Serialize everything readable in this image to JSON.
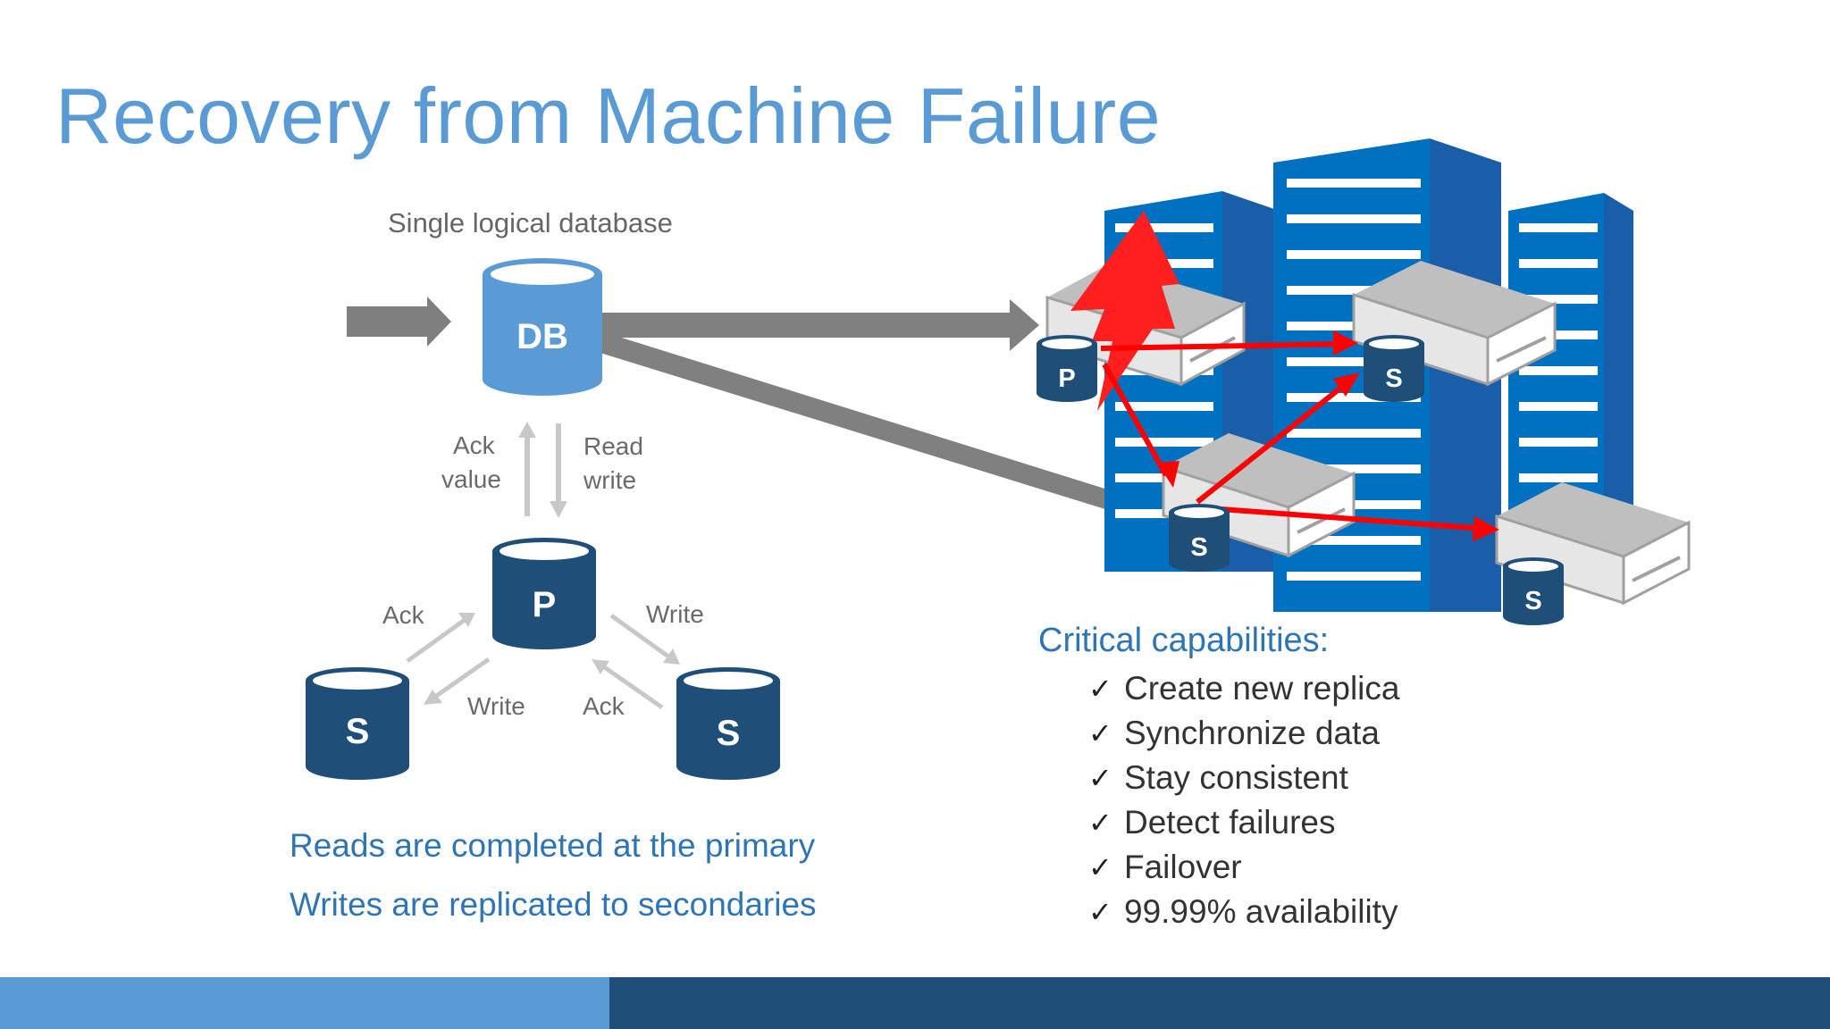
{
  "slide": {
    "title": "Recovery from Machine Failure",
    "caption": "Single logical database",
    "left_diagram": {
      "db_label": "DB",
      "primary_label": "P",
      "secondary_label": "S",
      "ack_value": [
        "Ack",
        "value"
      ],
      "read_write": [
        "Read",
        "write"
      ],
      "ack_left": "Ack",
      "write_right": "Write",
      "write_left": "Write",
      "ack_right": "Ack"
    },
    "notes": [
      "Reads are completed at the primary",
      "Writes are replicated to secondaries"
    ],
    "capabilities": {
      "title": "Critical capabilities:",
      "check_glyph": "✓",
      "items": [
        "Create new replica",
        "Synchronize data",
        "Stay consistent",
        "Detect failures",
        "Failover",
        "99.99% availability"
      ]
    },
    "right_diagram": {
      "primary_label": "P",
      "secondary_label": "S",
      "failure_icon": "lightning-bolt-icon"
    },
    "colors": {
      "title": "#5b9bd5",
      "db_light": "#5b9bd5",
      "db_dark": "#1f4e79",
      "rack_blue": "#0070c0",
      "fail_red": "#ff0000",
      "bar_light": "#5b9bd5",
      "bar_dark": "#1f4e79"
    }
  }
}
